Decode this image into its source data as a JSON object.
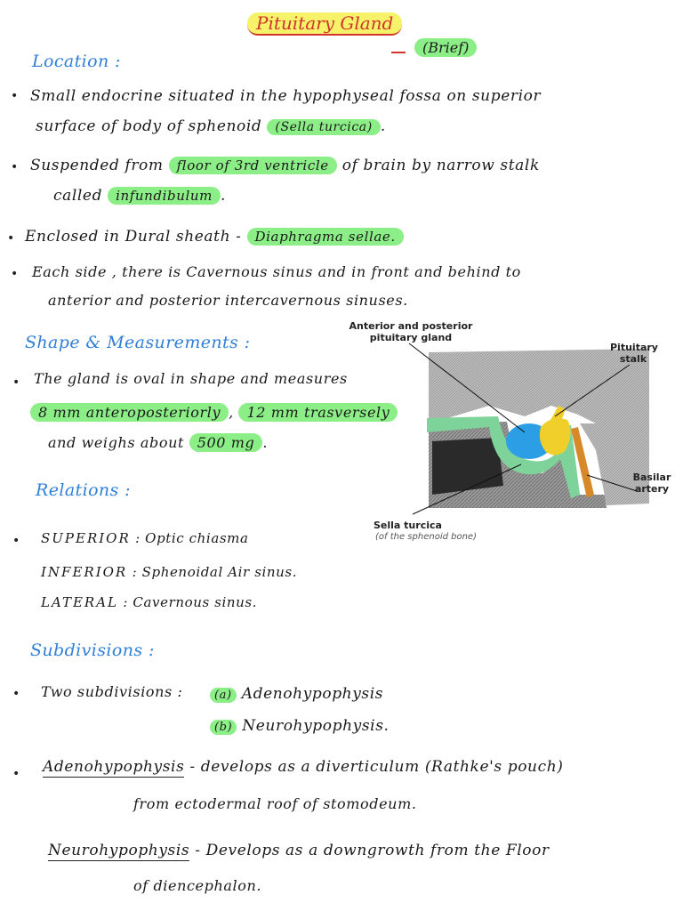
{
  "title": "Pituitary Gland",
  "brief": "(Brief)",
  "sections": {
    "location": {
      "heading": "Location :",
      "b1_l1": "Small endocrine situated in the hypophyseal fossa on superior",
      "b1_l2a": "surface of body of sphenoid",
      "b1_hl": "(Sella turcica)",
      "b1_l2b": ".",
      "b2_l1a": "Suspended from",
      "b2_hl1": "floor of 3rd ventricle",
      "b2_l1b": "of brain by narrow stalk",
      "b2_l2a": "called",
      "b2_hl2": "infundibulum",
      "b2_l2b": ".",
      "b3_a": "Enclosed in Dural sheath -",
      "b3_hl": "Diaphragma sellae.",
      "b4_l1": "Each side , there is Cavernous sinus and in front and behind to",
      "b4_l2": "anterior and posterior intercavernous sinuses."
    },
    "shape": {
      "heading": "Shape & Measurements :",
      "l1": "The gland is oval in shape and measures",
      "hl1": "8 mm anteroposteriorly",
      "comma": ",",
      "hl2": "12 mm trasversely",
      "l3a": "and weighs about",
      "hl3": "500 mg",
      "l3b": "."
    },
    "relations": {
      "heading": "Relations :",
      "sup_key": "SUPERIOR",
      "sup_val": ": Optic chiasma",
      "inf_key": "INFERIOR",
      "inf_val": ": Sphenoidal Air sinus.",
      "lat_key": "LATERAL",
      "lat_val": ": Cavernous sinus."
    },
    "subdivisions": {
      "heading": "Subdivisions :",
      "l1": "Two subdivisions :",
      "a_mark": "(a)",
      "a_text": "Adenohypophysis",
      "b_mark": "(b)",
      "b_text": "Neurohypophysis.",
      "adeno_term": "Adenohypophysis",
      "adeno_l1": "- develops as a diverticulum (Rathke's pouch)",
      "adeno_l2": "from ectodermal roof of stomodeum.",
      "neuro_term": "Neurohypophysis",
      "neuro_l1": "- Develops as a downgrowth from the Floor",
      "neuro_l2": "of diencephalon."
    }
  },
  "figure": {
    "label_gland": "Anterior and posterior pituitary gland",
    "label_stalk": "Pituitary stalk",
    "label_sella": "Sella turcica",
    "label_sella_sub": "(of the sphenoid bone)",
    "label_artery": "Basilar artery",
    "colors": {
      "anterior": "#2b9ee6",
      "posterior": "#f0cf2a",
      "sella": "#7ed39a",
      "artery": "#d7892a"
    }
  },
  "bullet_glyph": "•"
}
